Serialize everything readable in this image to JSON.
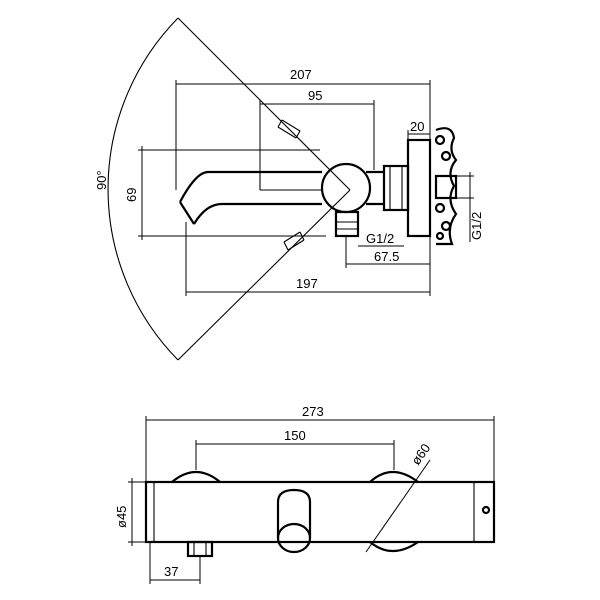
{
  "drawing": {
    "top_view": {
      "dimensions": {
        "overall_depth": "207",
        "lever_offset": "95",
        "connector": "20",
        "spout_height": "69",
        "angle": "90°",
        "outlet_thread": "G1/2",
        "outlet_offset": "67.5",
        "spout_reach": "197",
        "inlet_thread": "G1/2"
      }
    },
    "front_view": {
      "dimensions": {
        "overall_width": "273",
        "center_distance": "150",
        "handle_diameter": "ø60",
        "body_diameter": "ø45",
        "outlet_offset": "37"
      }
    }
  }
}
